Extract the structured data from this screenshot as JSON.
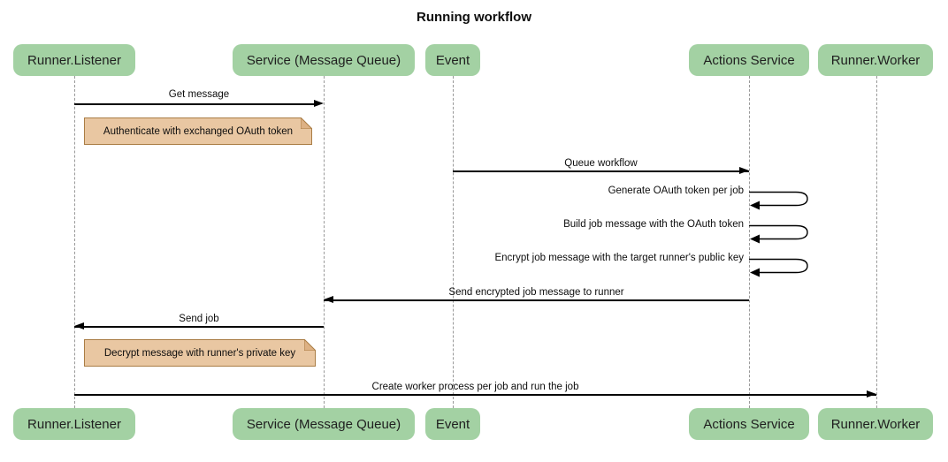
{
  "title": "Running workflow",
  "colors": {
    "participant_fill": "#a3d1a3",
    "participant_text": "#1f1f1f",
    "note_fill": "#e9c7a2",
    "note_border": "#aa7d45",
    "note_fold": "#ddb184",
    "lifeline": "#999999",
    "line": "#000000"
  },
  "participants": [
    {
      "label": "Runner.Listener"
    },
    {
      "label": "Service (Message Queue)"
    },
    {
      "label": "Event"
    },
    {
      "label": "Actions Service"
    },
    {
      "label": "Runner.Worker"
    }
  ],
  "messages": [
    {
      "type": "arrow",
      "label": "Get message",
      "from": "Runner.Listener",
      "to": "Service (Message Queue)"
    },
    {
      "type": "note",
      "label": "Authenticate with exchanged OAuth token",
      "right_of": "Runner.Listener"
    },
    {
      "type": "arrow",
      "label": "Queue workflow",
      "from": "Event",
      "to": "Actions Service"
    },
    {
      "type": "self",
      "label": "Generate OAuth token per job",
      "from": "Actions Service",
      "to": "Actions Service"
    },
    {
      "type": "self",
      "label": "Build job message with the OAuth token",
      "from": "Actions Service",
      "to": "Actions Service"
    },
    {
      "type": "self",
      "label": "Encrypt job message with the target runner's public key",
      "from": "Actions Service",
      "to": "Actions Service"
    },
    {
      "type": "arrow",
      "label": "Send encrypted job message to runner",
      "from": "Actions Service",
      "to": "Service (Message Queue)"
    },
    {
      "type": "arrow",
      "label": "Send job",
      "from": "Service (Message Queue)",
      "to": "Runner.Listener"
    },
    {
      "type": "note",
      "label": "Decrypt message with runner's private key",
      "right_of": "Runner.Listener"
    },
    {
      "type": "arrow",
      "label": "Create worker process per job and run the job",
      "from": "Runner.Listener",
      "to": "Runner.Worker"
    }
  ]
}
